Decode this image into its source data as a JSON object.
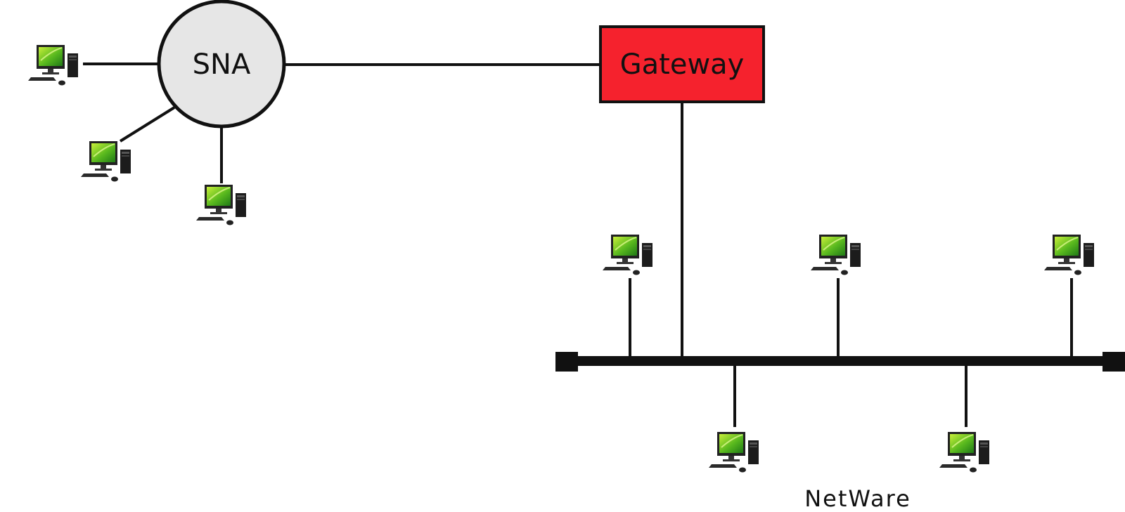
{
  "sna_label": "SNA",
  "gateway_label": "Gateway",
  "netware_label": "NetWare",
  "colors": {
    "sna_fill": "#e6e6e6",
    "gateway_fill": "#f5222d",
    "line": "#111111"
  },
  "icons": [
    "computer-icon"
  ]
}
